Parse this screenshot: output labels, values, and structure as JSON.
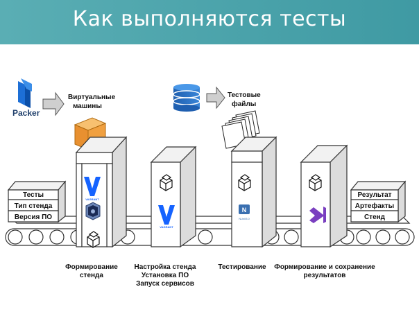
{
  "header": {
    "title": "Как выполняются тесты"
  },
  "top": {
    "packer_label": "Packer",
    "vm_label_1": "Виртуальные",
    "vm_label_2": "машины",
    "files_label_1": "Тестовые",
    "files_label_2": "файлы"
  },
  "inputs": [
    "Тесты",
    "Тип стенда",
    "Версия ПО"
  ],
  "outputs": [
    "Результат",
    "Артефакты",
    "Стенд"
  ],
  "stations": [
    {
      "caption_1": "Формирование",
      "caption_2": "стенда",
      "caption_3": ""
    },
    {
      "caption_1": "Настройка стенда",
      "caption_2": "Установка ПО",
      "caption_3": "Запуск сервисов"
    },
    {
      "caption_1": "Тестирование",
      "caption_2": "",
      "caption_3": ""
    },
    {
      "caption_1": "Формирование и сохранение",
      "caption_2": "результатов",
      "caption_3": ""
    }
  ],
  "icons": {
    "vagrant_label": "VAGRANT",
    "nunit_label": "NUnit3.0"
  },
  "colors": {
    "header": "#3f9aa3",
    "vm_box": "#f0a040",
    "db": "#2a6fc0",
    "vagrant": "#1563ff",
    "vs": "#7a3fc0"
  }
}
